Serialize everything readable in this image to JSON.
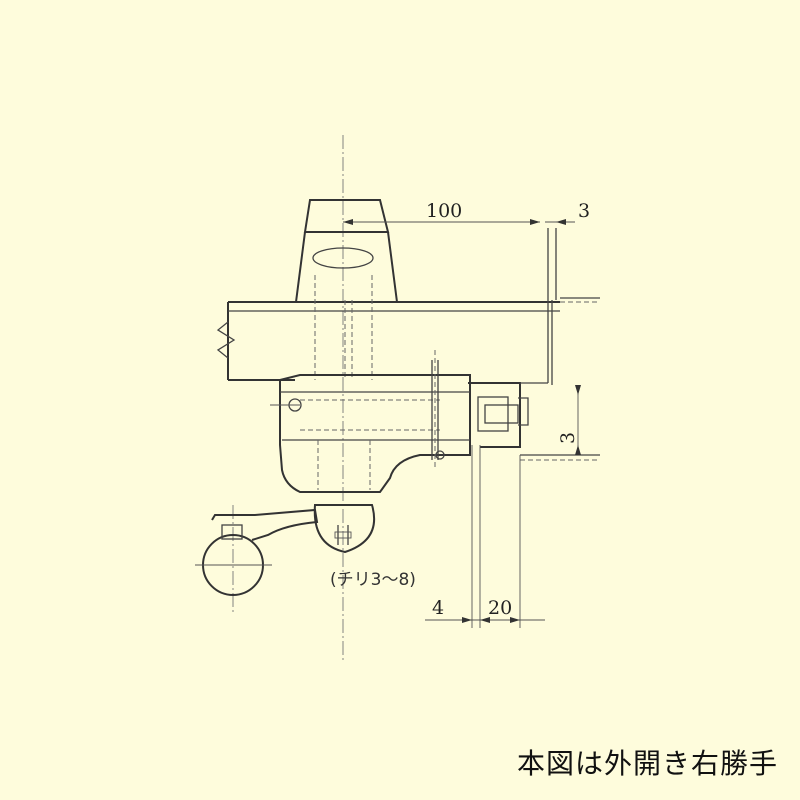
{
  "dimensions": {
    "width_100": "100",
    "gap_3": "3",
    "offset_4": "4",
    "offset_20": "20",
    "side_small": "3"
  },
  "note": "(チリ3～8)",
  "caption": "本図は外開き右勝手"
}
